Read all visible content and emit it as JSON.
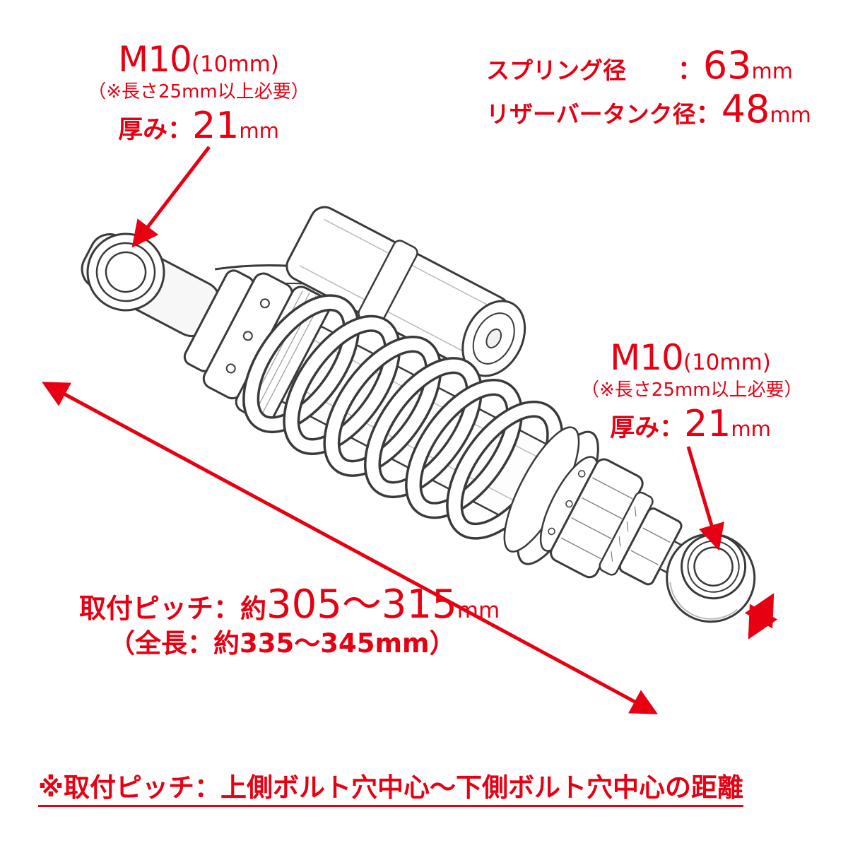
{
  "colors": {
    "accent_red": "#e60012",
    "line_color": "#3a3a3a",
    "background": "#ffffff"
  },
  "icons": {
    "pointer_arrow": "red-arrow",
    "dimension_arrow": "red-double-headed-arrow"
  },
  "upper_bolt": {
    "size": "M10",
    "size_paren": "(10mm)",
    "length_note": "（※長さ25mm以上必要）",
    "thickness_label": "厚み：",
    "thickness_value": "21",
    "thickness_unit": "mm"
  },
  "lower_bolt": {
    "size": "M10",
    "size_paren": "(10mm)",
    "length_note": "（※長さ25mm以上必要）",
    "thickness_label": "厚み：",
    "thickness_value": "21",
    "thickness_unit": "mm"
  },
  "specs": {
    "rows": [
      {
        "label": "スプリング径",
        "colon": "：",
        "value": "63",
        "unit": "mm"
      },
      {
        "label": "リザーバータンク径",
        "colon": "：",
        "value": "48",
        "unit": "mm"
      }
    ]
  },
  "pitch": {
    "label": "取付ピッチ：",
    "approx": "約",
    "value": "305〜315",
    "unit": "mm",
    "overall_length": "（全長：約335〜345mm）"
  },
  "footnote": "※取付ピッチ：上側ボルト穴中心〜下側ボルト穴中心の距離"
}
